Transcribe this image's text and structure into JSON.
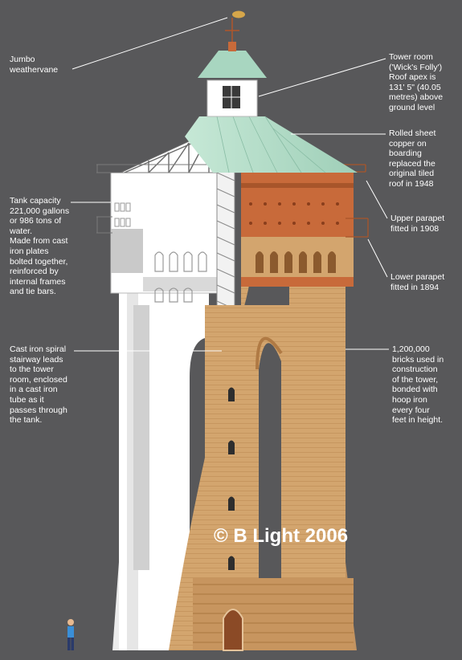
{
  "colors": {
    "background": "#58585a",
    "brick": "#d3a56e",
    "brick_dark": "#b07a44",
    "copper": "#c86a3a",
    "copper_roof": "#a8d6c0",
    "cutaway": "#ffffff",
    "cutaway_shade": "#c8c8c8",
    "label_text": "#ffffff",
    "leader_line": "#ffffff"
  },
  "labels": {
    "weathervane": "Jumbo\nweathervane",
    "tower_room": "Tower room\n('Wick's Folly')\nRoof apex is\n131' 5\" (40.05\nmetres) above\nground level",
    "copper_roof": "Rolled sheet\ncopper on\nboarding\nreplaced the\noriginal tiled\nroof in 1948",
    "upper_parapet": "Upper parapet\nfitted in 1908",
    "lower_parapet": "Lower parapet\nfitted in 1894",
    "bricks": "1,200,000\nbricks used in\nconstruction\nof the tower,\nbonded with\nhoop iron\nevery four\nfeet in height.",
    "tank": "Tank capacity\n221,000 gallons\nor 986 tons of\nwater.\nMade from cast\niron plates\nbolted together,\nreinforced by\ninternal frames\nand tie bars.",
    "stairway": "Cast iron spiral\nstairway leads\nto the tower\nroom, enclosed\nin a cast iron\ntube as it\npasses through\nthe tank."
  },
  "copyright": "© B Light 2006"
}
